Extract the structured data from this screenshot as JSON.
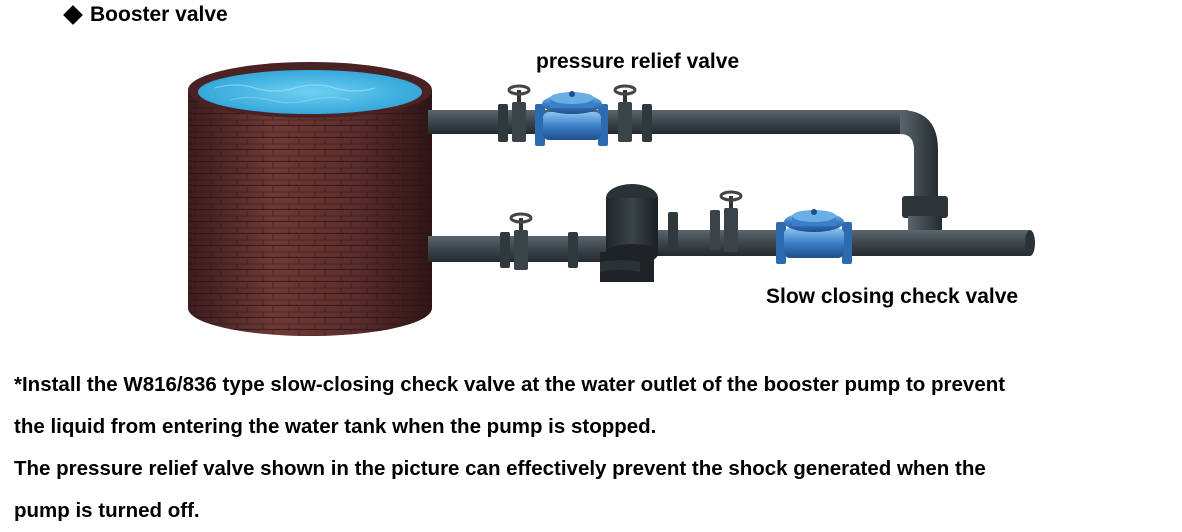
{
  "heading": "Booster valve",
  "labels": {
    "pressure_relief_valve": "pressure relief valve",
    "slow_closing_check_valve": "Slow closing check valve"
  },
  "description": {
    "line1": "*Install the W816/836 type slow-closing check valve at the water outlet of the booster pump to prevent",
    "line2": "the liquid from entering the water tank when the pump is stopped.",
    "line3": "The pressure relief valve shown in the picture can effectively prevent the shock generated when the",
    "line4": "pump is turned off."
  },
  "colors": {
    "water": "#3fb6e6",
    "brick": "#5a2a2a",
    "pipe": "#3f4a50",
    "valve": "#3a7fc8"
  }
}
